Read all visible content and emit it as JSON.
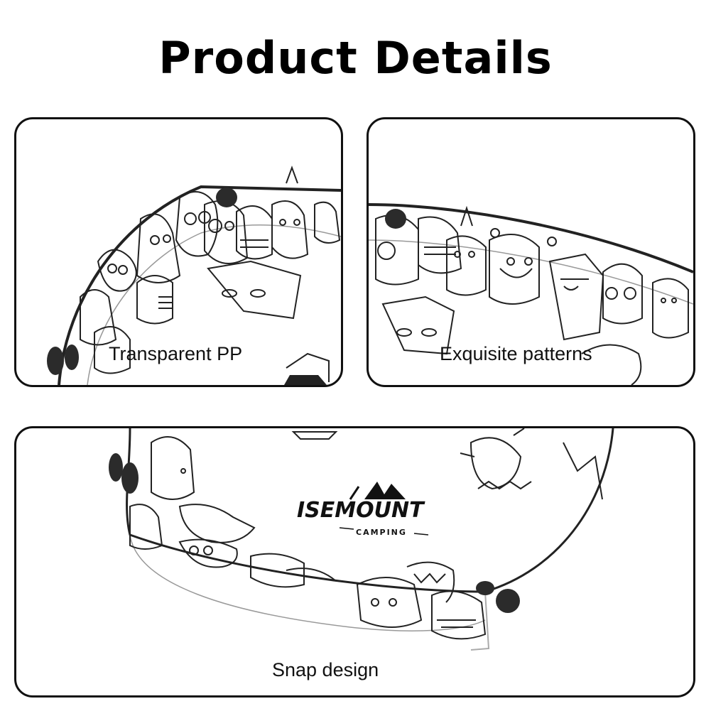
{
  "title": "Product Details",
  "panels": [
    {
      "caption": "Transparent PP"
    },
    {
      "caption": "Exquisite patterns"
    },
    {
      "caption": "Snap design"
    }
  ],
  "logo": {
    "brand": "ISEMOUNT",
    "sub": "CAMPING"
  },
  "colors": {
    "outline": "#111111",
    "background": "#ffffff",
    "snap": "#2b2b2b"
  }
}
